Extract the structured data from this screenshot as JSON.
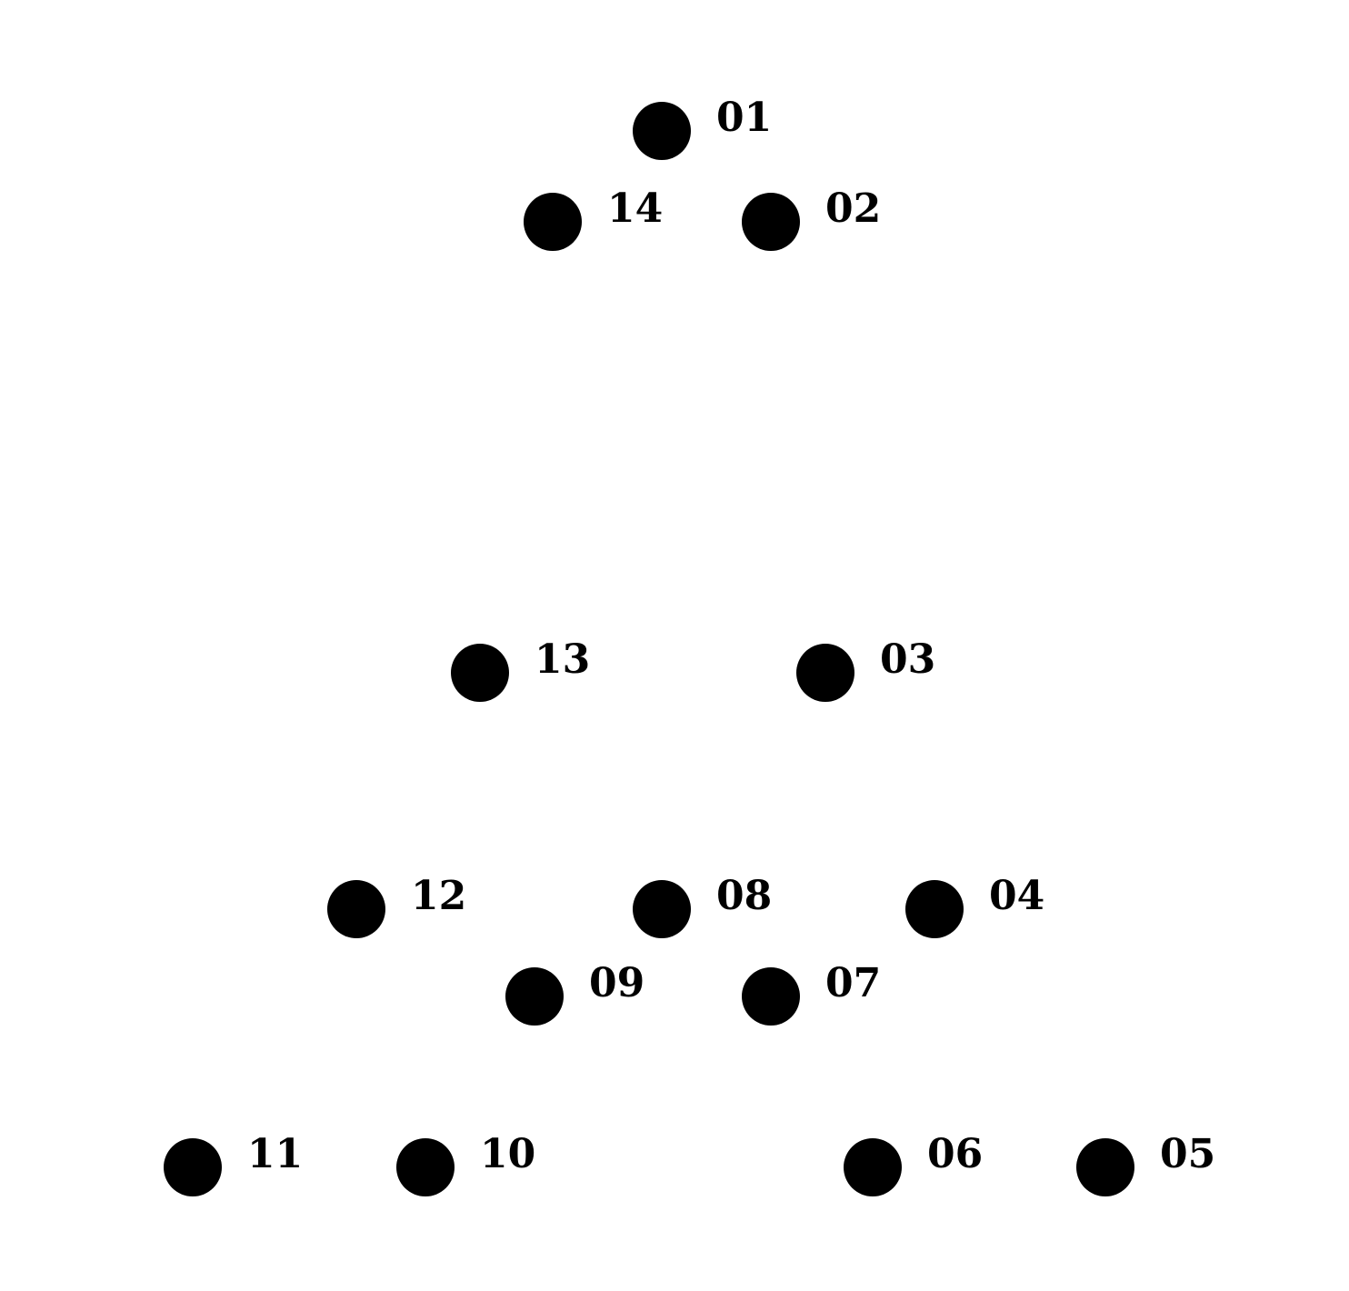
{
  "colors": {
    "background": "#ffffff",
    "dot": "#000000",
    "label": "#000000"
  },
  "dots": [
    {
      "label": "01"
    },
    {
      "label": "02"
    },
    {
      "label": "03"
    },
    {
      "label": "04"
    },
    {
      "label": "05"
    },
    {
      "label": "06"
    },
    {
      "label": "07"
    },
    {
      "label": "08"
    },
    {
      "label": "09"
    },
    {
      "label": "10"
    },
    {
      "label": "11"
    },
    {
      "label": "12"
    },
    {
      "label": "13"
    },
    {
      "label": "14"
    }
  ]
}
